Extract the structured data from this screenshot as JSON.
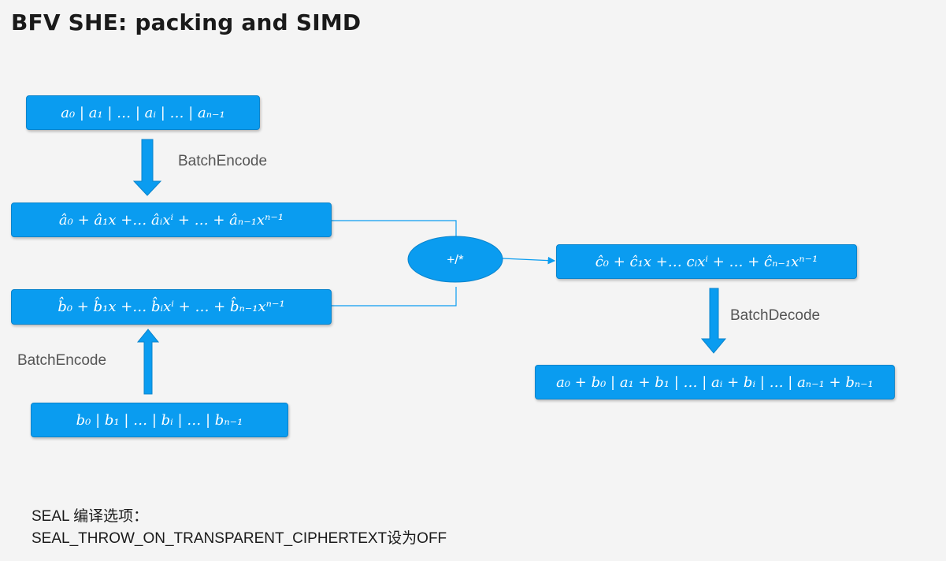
{
  "title": "BFV SHE: packing and SIMD",
  "labels": {
    "encode_top": "BatchEncode",
    "encode_bottom": "BatchEncode",
    "decode": "BatchDecode"
  },
  "operation": "+/*",
  "boxes": {
    "a_slots": "a₀  |  a₁ | … | aᵢ | … | aₙ₋₁",
    "a_poly": "â₀  +  â₁x  +…  âᵢxⁱ + … + âₙ₋₁xⁿ⁻¹",
    "b_poly": "b̂₀  +  b̂₁x  +…  b̂ᵢxⁱ + … + b̂ₙ₋₁xⁿ⁻¹",
    "b_slots": "b₀  |  b₁ | … | bᵢ | … | bₙ₋₁",
    "c_poly": "ĉ₀  +  ĉ₁x  +…  cᵢxⁱ + … + ĉₙ₋₁xⁿ⁻¹",
    "result_slots": "a₀ + b₀ | a₁ + b₁ | … | aᵢ + bᵢ | … | aₙ₋₁ + bₙ₋₁"
  },
  "note": {
    "line1": "SEAL 编译选项：",
    "line2": "SEAL_THROW_ON_TRANSPARENT_CIPHERTEXT设为OFF"
  },
  "colors": {
    "box_fill": "#0a9cf0",
    "arrow": "#0a9cf0",
    "text_on_box": "#ffffff"
  }
}
